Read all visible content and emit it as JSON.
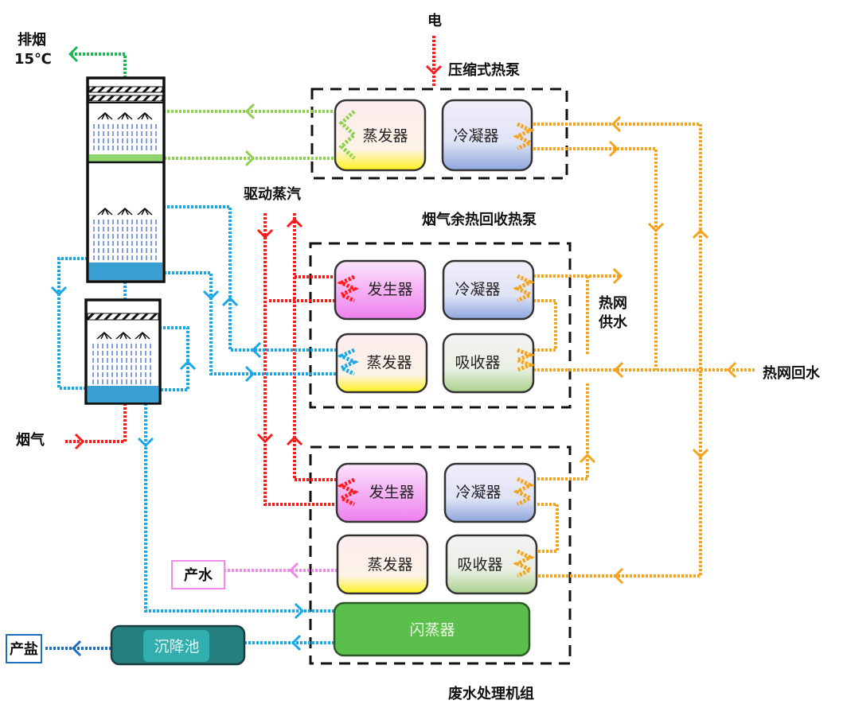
{
  "labels": {
    "exhaust": "排烟",
    "exhaust_temp": "15℃",
    "electricity": "电",
    "compression_hp": "压缩式热泵",
    "driving_steam": "驱动蒸汽",
    "flue_hp": "烟气余热回收热泵",
    "heat_supply": [
      "热网",
      "供水"
    ],
    "heat_return": "热网回水",
    "flue_gas": "烟气",
    "product_water": "产水",
    "product_salt": "产盐",
    "wastewater_unit": "废水处理机组"
  },
  "components": {
    "chp_evaporator": "蒸发器",
    "chp_condenser": "冷凝器",
    "fhp_generator": "发生器",
    "fhp_condenser": "冷凝器",
    "fhp_evaporator": "蒸发器",
    "fhp_absorber": "吸收器",
    "wwu_generator": "发生器",
    "wwu_condenser": "冷凝器",
    "wwu_evaporator": "蒸发器",
    "wwu_absorber": "吸收器",
    "flash_evaporator": "闪蒸器",
    "settling_tank": "沉降池"
  },
  "colors": {
    "green_flow": "#8fd14f",
    "exhaust_green": "#1db954",
    "blue_flow": "#1aa7e8",
    "red_flow": "#ff1a1a",
    "orange_flow": "#f5a31a",
    "pink_flow": "#f08be8",
    "salt_blue": "#1e6fbf"
  }
}
